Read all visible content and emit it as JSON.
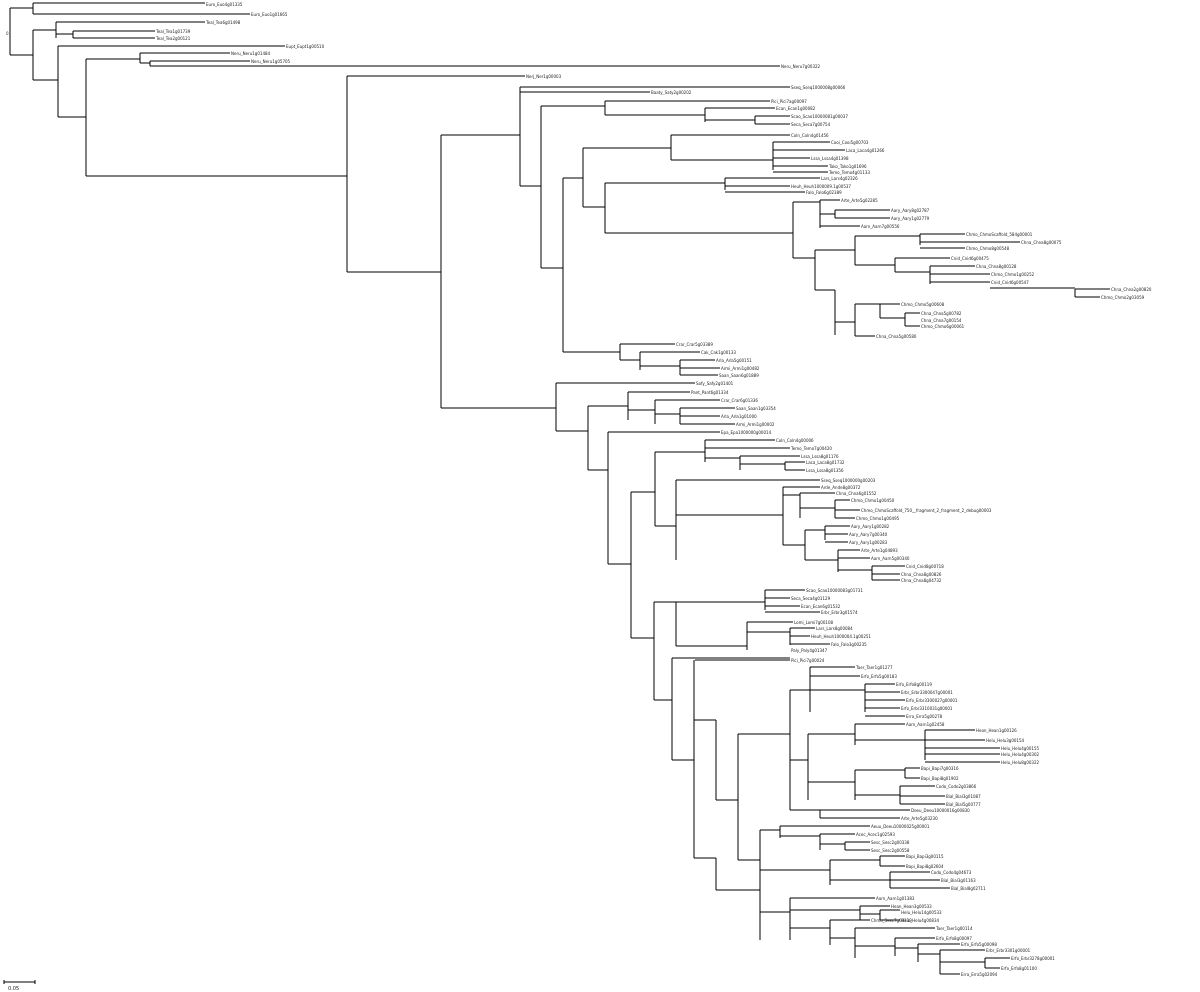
{
  "tree": {
    "scale_label": "0.05",
    "root_marker_label": "0",
    "visible_labels": {
      "leaf_upper_1": "Euro_Euo4g01335",
      "leaf_upper_2": "Euro_Euo1g01665",
      "leaf_upper_3": "Teal_Tea6g01498",
      "leaf_upper_4": "Teal_Tea1g01739",
      "leaf_upper_5": "Teal_Tea2g00121",
      "leaf_upper_6": "Eupt_Eupt1g00510",
      "leaf_upper_7": "Neru_Neru1g01484",
      "leaf_upper_8": "Neru_Neru1g05705",
      "leaf_upper_9": "Neru_Neru7g00322",
      "leaf_upper_10": "Nerj_Ner1g00003",
      "leaf_upper_11": "Sseq_Sseq1000008g00066",
      "leaf_upper_12": "Baaty_Saty2g00202",
      "leaf_upper_13": "Pici_Pici7ag00097",
      "leaf_upper_14": "Ecan_Ecan1g00082",
      "leaf_upper_15": "Scao_Scao10000081g00037",
      "leaf_upper_16": "Seca_Seca7g00754",
      "leaf_upper_17": "Coln_Coln4g01456",
      "leaf_upper_18": "Cooi_Cooi5g00703",
      "leaf_upper_19": "Laca_Laca4g01266",
      "leaf_upper_20": "Lssa_Lssa4g01398",
      "leaf_upper_21": "Tako_Tako1g01696",
      "leaf_upper_22": "Temo_Temo4g01133",
      "leaf_upper_23": "Lars_Lars4g02326",
      "leaf_upper_24": "Heuh_Heuh1000009.1g00537",
      "leaf_upper_25": "Falo_Falo6g02389",
      "leaf_upper_26": "Arte_Arte5g02285",
      "leaf_upper_27": "Aary_Aary8g02787",
      "leaf_upper_28": "Aary_Aary1g02779",
      "leaf_upper_29": "Aarn_Aarn7g00556",
      "leaf_upper_30": "Chmo_ChmoScaffold_584g00001",
      "leaf_upper_31": "Chna_Chna8g00075",
      "leaf_upper_32": "Chmo_Chmo8g00548",
      "leaf_upper_33": "Cnid_Cnid6g00475",
      "leaf_upper_34": "Chna_Chna8g00128",
      "leaf_upper_35": "Chmo_Chmo1g00252",
      "leaf_upper_36": "Cnid_Cnid6g00547",
      "leaf_upper_37": "Chna_Chna2g00820",
      "leaf_upper_38": "Chmo_Chmo2g03059",
      "leaf_upper_39": "Chmo_Chmo5g00608",
      "leaf_upper_40": "Chna_Chna5g00782",
      "leaf_upper_41": "Chna_Chna7g00154",
      "leaf_upper_42": "Chmo_Chmo6g00061",
      "leaf_upper_43": "Chna_Chna5g00580",
      "leaf_mid_1": "Crar_Crar5g03389",
      "leaf_mid_2": "Cak_Cak1g00133",
      "leaf_mid_3": "Arla_Arla5g00151",
      "leaf_mid_4": "Armi_Armi1g00482",
      "leaf_mid_5": "Saan_Saan6g01889",
      "leaf_lower_1": "Safy_Safy2g01401",
      "leaf_lower_2": "Pant_Pant6g01334",
      "leaf_lower_3": "Crar_Crar6g01336",
      "leaf_lower_4": "Saan_Saan1g03354",
      "leaf_lower_5": "Arla_Arla1g01000",
      "leaf_lower_6": "Armi_Armi1g00002",
      "leaf_lower_7": "Epa_Epa1000000g00014",
      "leaf_lower_8": "Coln_Coln4g00006",
      "leaf_lower_9": "Temo_Temo7g00420",
      "leaf_lower_10": "Lssa_Lssa8g01176",
      "leaf_lower_11": "Laca_Laca8g01732",
      "leaf_lower_12": "Lssa_Lssa8g01356",
      "leaf_lower_13": "Sseq_Sseq1000000g00203",
      "leaf_lower_14": "Arde_Ande8g00372",
      "leaf_lower_15": "Chna_Chna6g01552",
      "leaf_lower_16": "Chmo_Chmo1g00450",
      "leaf_lower_17": "Chmo_ChmoScaffold_750__fragment_2_fragment_2_debug00003",
      "leaf_lower_18": "Chmo_Chmo1g00495",
      "leaf_lower_19": "Aary_Aary1g00282",
      "leaf_lower_20": "Aary_Aary7g00340",
      "leaf_lower_21": "Aary_Aary1g00283",
      "leaf_lower_22": "Arte_Arte1g04893",
      "leaf_lower_23": "Aarn_Aarn5g00340",
      "leaf_lower_24": "Cnid_Cnid8g00718",
      "leaf_lower_25": "Chna_Chna8g00826",
      "leaf_lower_26": "Chna_Chna8g04732",
      "leaf_lower_27": "Scao_Scao10000083g01731",
      "leaf_lower_28": "Seca_Seca4g01129",
      "leaf_lower_29": "Ecan_Ecan6g01532",
      "leaf_lower_30": "Erbr_Erbr3g01574",
      "leaf_lower_31": "Lomi_Lomi7g00108",
      "leaf_lower_32": "Lars_Lars8g00084",
      "leaf_lower_33": "Heuh_Heuh1000004.1g00251",
      "leaf_lower_34": "Falo_Falo3g00235",
      "leaf_lower_35": "Paly_Paly4g01347",
      "leaf_lower_36": "Pici_Pici7g00024",
      "leaf_lower_37": "Taer_Taer1g01277",
      "leaf_lower_38": "Erfo_Erfo5g00183",
      "leaf_lower_39": "Erfo_Erfo8g00119",
      "leaf_lower_40": "Erbr_Erbr3300047g00001",
      "leaf_lower_41": "Erfo_Erbr3300027g00001",
      "leaf_lower_42": "Erfo_Erbr3310031g00001",
      "leaf_lower_43": "Erra_Erra5g00278",
      "leaf_lower_44": "Aarn_Aarn1g02458",
      "leaf_lower_45": "Hean_Hean1g00126",
      "leaf_lower_46": "Helu_Helu3g00154",
      "leaf_lower_47": "Helu_Helu4g00155",
      "leaf_lower_48": "Helu_Helu4g00302",
      "leaf_lower_49": "Helu_Helu8g00322",
      "leaf_lower_50": "Bapi_Bapi7g00316",
      "leaf_lower_51": "Bapi_Bapi8g01902",
      "leaf_lower_52": "Codo_Codo2g03866",
      "leaf_lower_53": "Bial_Bial3g01087",
      "leaf_lower_54": "Bial_Bial5g00777",
      "leaf_lower_55": "Deeu_Deeu10000016g00830",
      "leaf_lower_56": "Arte_Arte5g03230",
      "leaf_lower_57": "Aeuu_Deeu10000025g00001",
      "leaf_lower_58": "Acec_Acec1g02593",
      "leaf_lower_59": "Sesc_Sesc2g00338",
      "leaf_lower_60": "Sesc_Sesc2g00558",
      "leaf_lower_61": "Bapi_Bapi3g00115",
      "leaf_lower_62": "Bapi_Bapi8g02604",
      "leaf_lower_63": "Codo_Codo4g04673",
      "leaf_lower_64": "Bial_Bial3g01163",
      "leaf_lower_65": "Bial_Bial8g02711",
      "leaf_lower_66": "Aarn_Aarn1g01383",
      "leaf_lower_67": "Hean_Hean3g00533",
      "leaf_lower_68": "Helu_Helu14g00533",
      "leaf_lower_69": "Helu_Helu4g00834",
      "leaf_lower_70": "Chmo_Sesc7g00139",
      "leaf_lower_71": "Taer_Taer1g00114",
      "leaf_lower_72": "Erfo_Erfo8g00097",
      "leaf_lower_73": "Erfo_Erfo5g00098",
      "leaf_lower_74": "Erbr_Erbr3301g00001",
      "leaf_lower_75": "Erfo_Erbr3278g00001",
      "leaf_lower_76": "Erfo_Erfo8g01100",
      "leaf_lower_77": "Erra_Erra5g02094"
    }
  }
}
